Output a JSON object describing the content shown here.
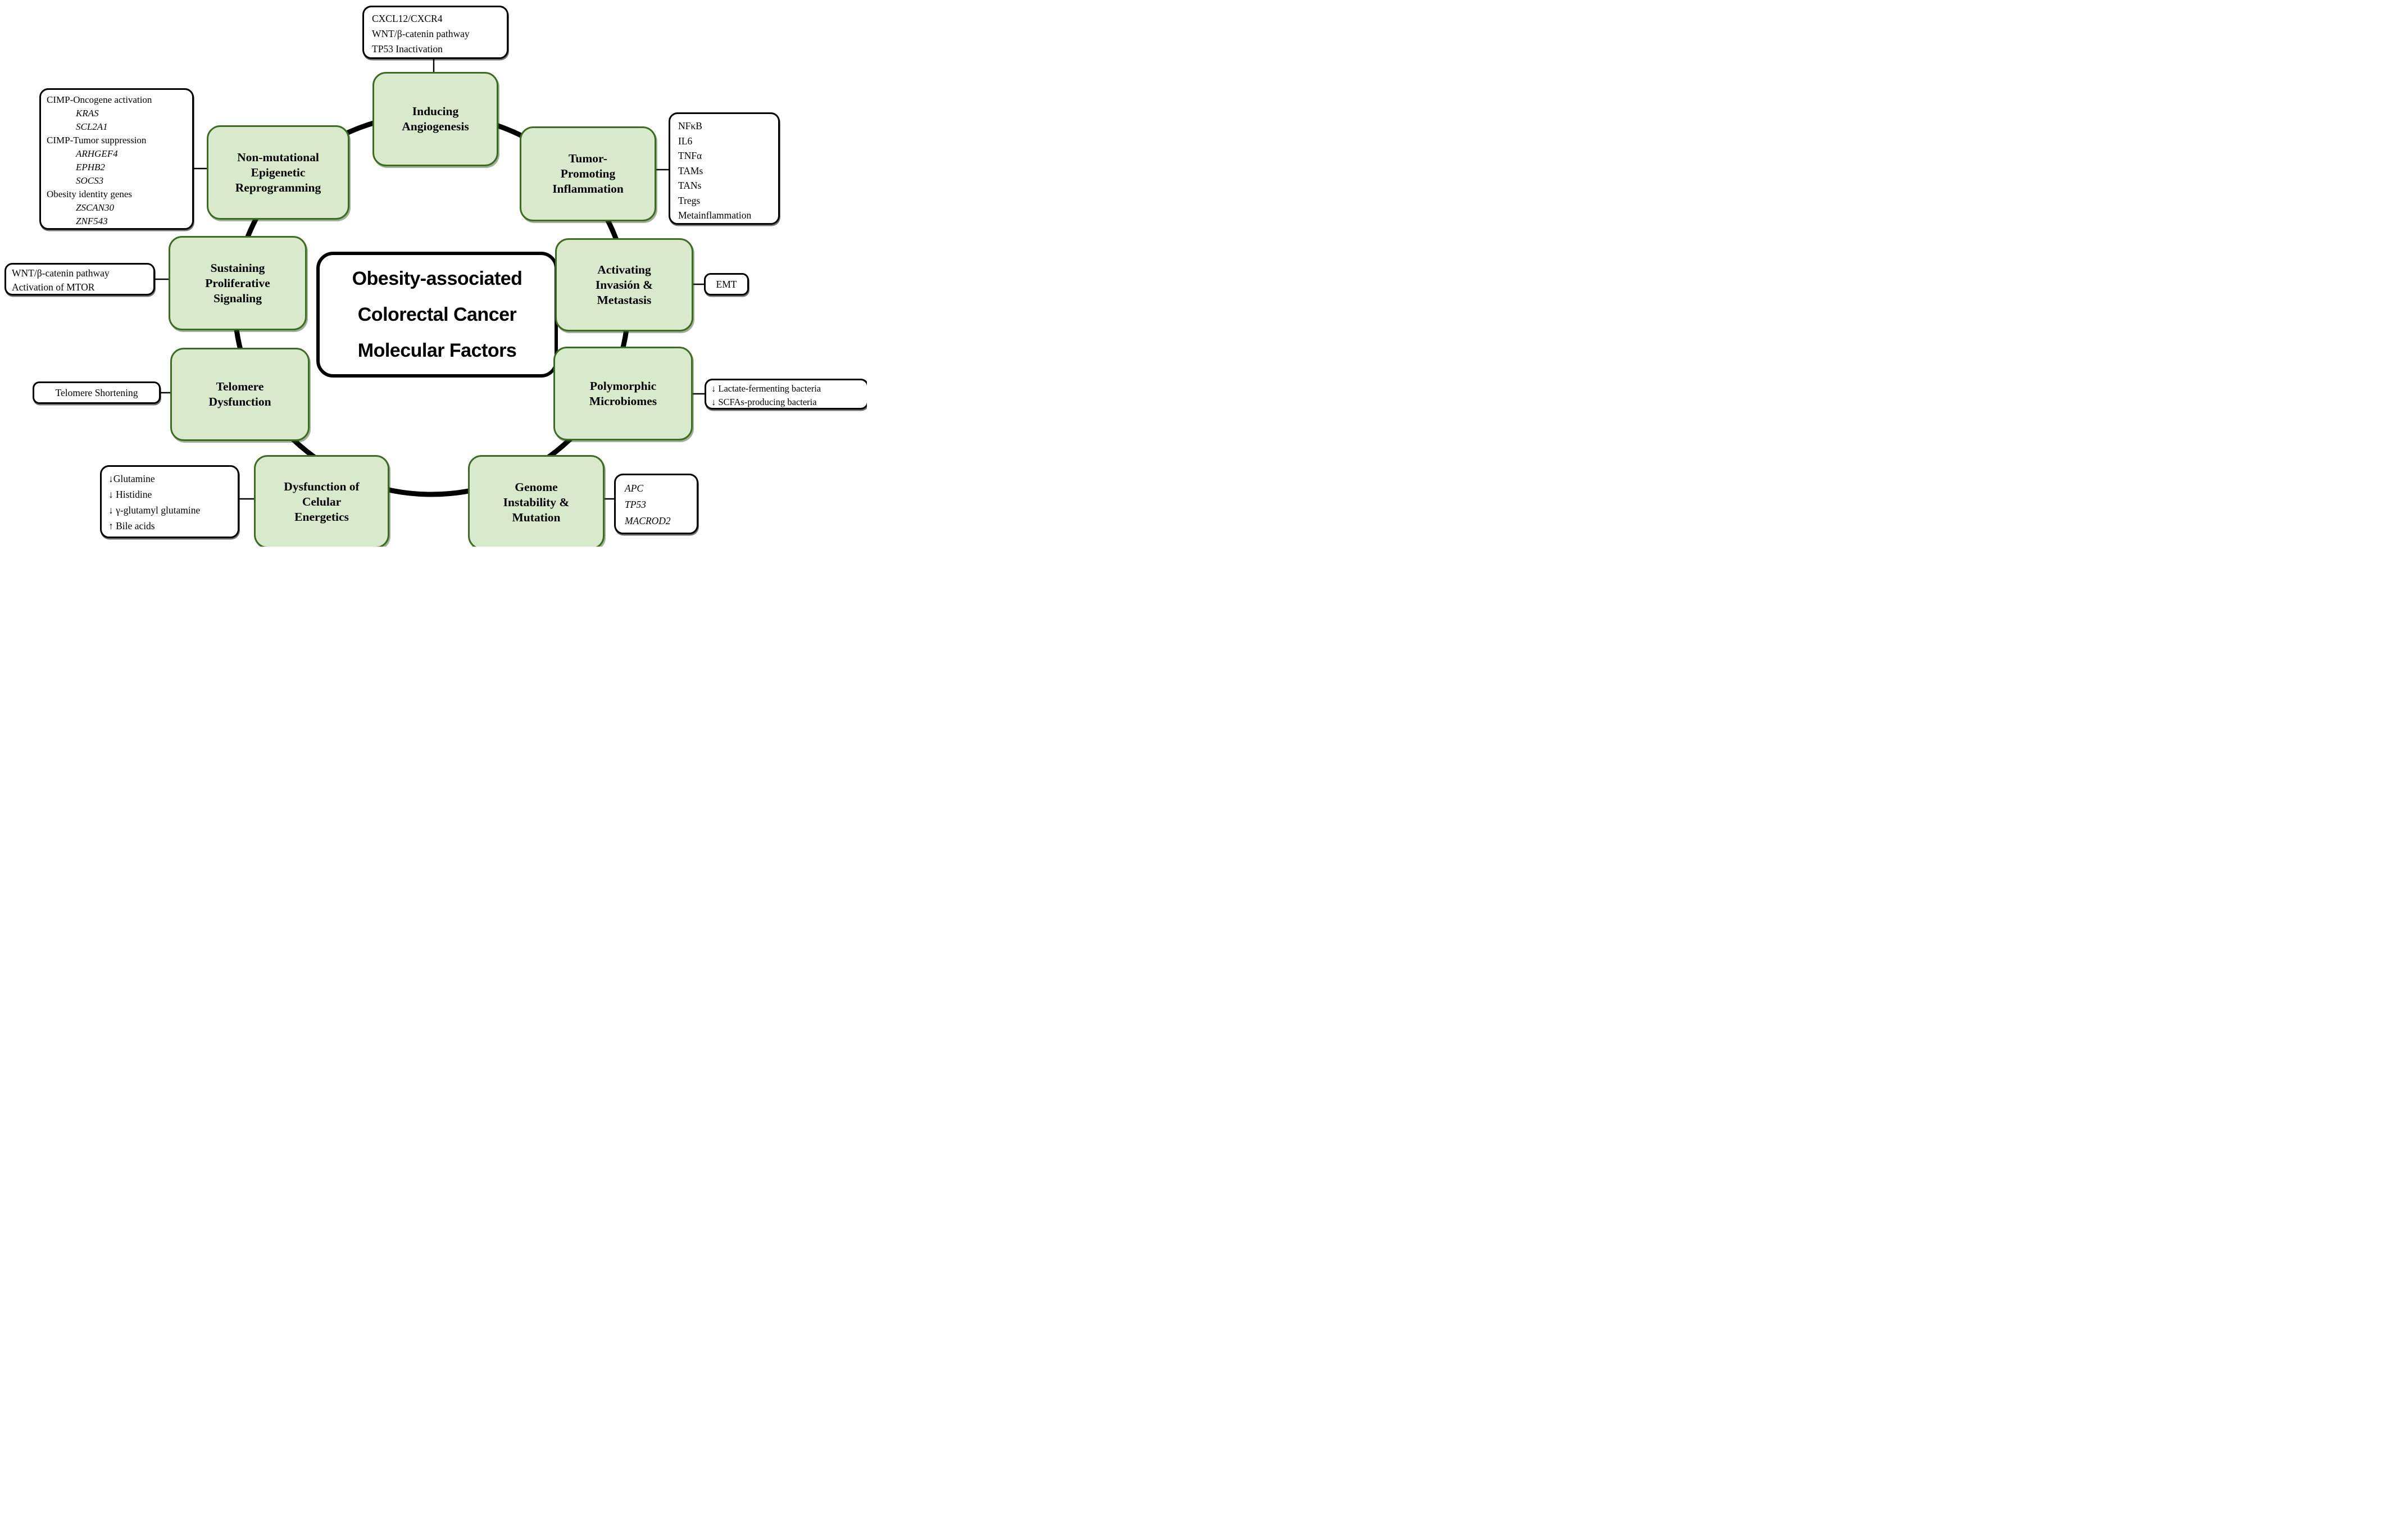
{
  "center": {
    "line1": "Obesity-associated",
    "line2": "Colorectal Cancer",
    "line3": "Molecular Factors"
  },
  "hallmarks": {
    "inducing": {
      "line1": "Inducing",
      "line2": "Angiogenesis"
    },
    "tumor": {
      "line1": "Tumor-",
      "line2": "Promoting",
      "line3": "Inflammation"
    },
    "nonmut": {
      "line1": "Non-mutational",
      "line2": "Epigenetic",
      "line3": "Reprogramming"
    },
    "sustaining": {
      "line1": "Sustaining",
      "line2": "Proliferative",
      "line3": "Signaling"
    },
    "activating": {
      "line1": "Activating",
      "line2": "Invasión &",
      "line3": "Metastasis"
    },
    "telomere": {
      "line1": "Telomere",
      "line2": "Dysfunction"
    },
    "polymorphic": {
      "line1": "Polymorphic",
      "line2": "Microbiomes"
    },
    "energetics": {
      "line1": "Dysfunction of",
      "line2": "Celular",
      "line3": "Energetics"
    },
    "genome": {
      "line1": "Genome",
      "line2": "Instability &",
      "line3": "Mutation"
    }
  },
  "notes": {
    "angiogenesis_factors": {
      "line1": "CXCL12/CXCR4",
      "line2": "WNT/β-catenin pathway",
      "line3": "TP53 Inactivation"
    },
    "epigenetic_genes": {
      "line1": "CIMP-Oncogene activation",
      "line2": "KRAS",
      "line3": "SCL2A1",
      "line4": "CIMP-Tumor suppression",
      "line5": "ARHGEF4",
      "line6": "EPHB2",
      "line7": "SOCS3",
      "line8": "Obesity identity genes",
      "line9": "ZSCAN30",
      "line10": "ZNF543"
    },
    "inflammation_factors": {
      "line1": "NFκB",
      "line2": "IL6",
      "line3": "TNFα",
      "line4": "TAMs",
      "line5": "TANs",
      "line6": "Tregs",
      "line7": "Metainflammation"
    },
    "proliferative_factors": {
      "line1": "WNT/β-catenin pathway",
      "line2": "Activation of MTOR"
    },
    "metastasis_factors": {
      "line1": "EMT"
    },
    "telomere_factors": {
      "line1": "Telomere Shortening"
    },
    "microbiome_factors": {
      "line1": "↓ Lactate-fermenting bacteria",
      "line2": "↓ SCFAs-producing bacteria"
    },
    "energetics_factors": {
      "line1": "↓Glutamine",
      "line2": "↓ Histidine",
      "line3": "↓ γ-glutamyl glutamine",
      "line4": "↑ Bile acids"
    },
    "genome_genes": {
      "line1": "APC",
      "line2": "TP53",
      "line3": "MACROD2"
    }
  },
  "colors": {
    "hallmark_fill": "#d9e9cc",
    "hallmark_border": "#3e6b23",
    "note_border": "#000000",
    "ring": "#000000",
    "background": "#ffffff"
  }
}
